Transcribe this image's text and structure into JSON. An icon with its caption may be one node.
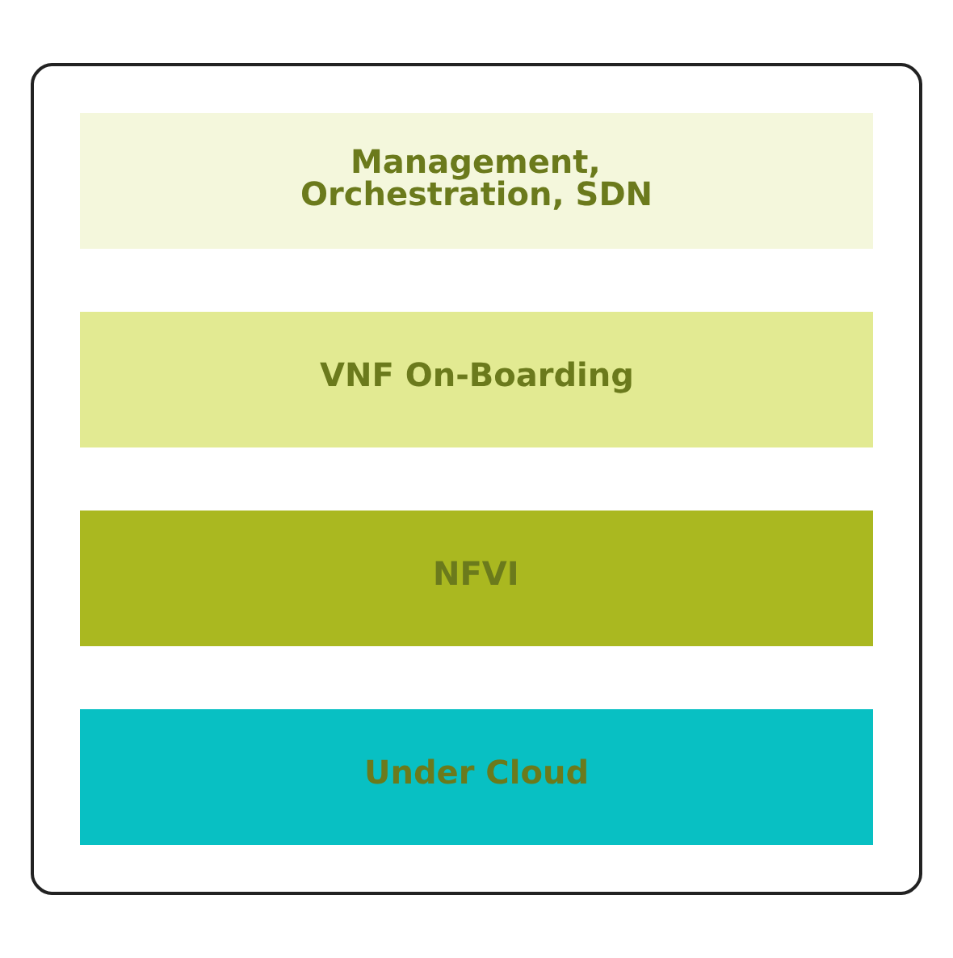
{
  "diagram": {
    "nodes": [
      {
        "text": [],
        "shape": "box"
      },
      {
        "text": [
          "Management, Orchestration, SDN"
        ],
        "in": 0
      },
      {
        "text": [
          "VNF On-Boarding"
        ],
        "in": 0
      },
      {
        "text": [
          "NFVI"
        ],
        "in": 0
      },
      {
        "text": [
          "Under Cloud"
        ],
        "in": 0
      }
    ]
  }
}
